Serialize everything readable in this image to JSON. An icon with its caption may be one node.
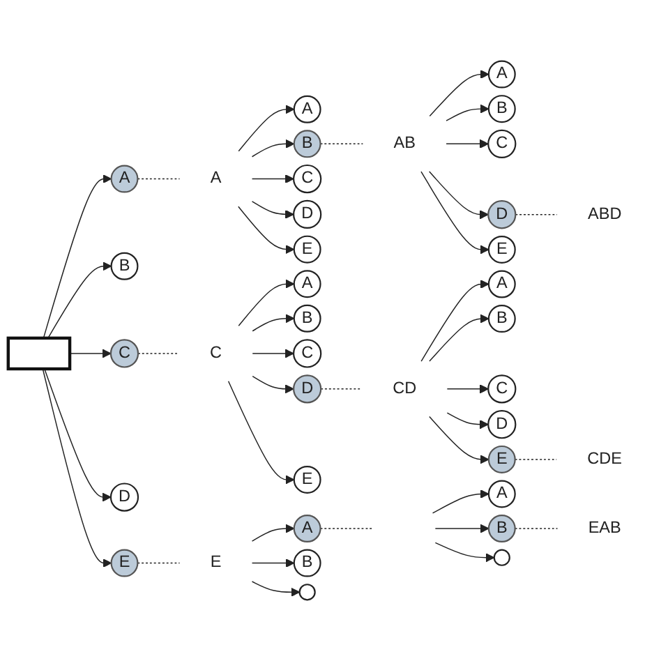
{
  "diagram": {
    "nodes": [
      {
        "text": [],
        "shape": "box"
      },
      {
        "text": [
          "A"
        ]
      },
      {
        "text": [
          "B"
        ]
      },
      {
        "text": [
          "C"
        ]
      },
      {
        "text": [
          "D"
        ]
      },
      {
        "text": [
          "E"
        ]
      },
      {
        "text": [
          "A"
        ]
      },
      {
        "text": [
          "A"
        ]
      },
      {
        "text": [
          "B"
        ]
      },
      {
        "text": [
          "C"
        ]
      },
      {
        "text": [
          "D"
        ]
      },
      {
        "text": [
          "E"
        ]
      },
      {
        "text": [
          "C"
        ]
      },
      {
        "text": [
          "A"
        ]
      },
      {
        "text": [
          "B"
        ]
      },
      {
        "text": [
          "C"
        ]
      },
      {
        "text": [
          "D"
        ]
      },
      {
        "text": [
          "E"
        ]
      },
      {
        "text": [
          "E"
        ]
      },
      {
        "text": [
          "A"
        ]
      },
      {
        "text": [
          "B"
        ]
      },
      {
        "text": [],
        "shape": "circle"
      },
      {
        "text": [
          "AB"
        ]
      },
      {
        "text": [
          "A"
        ]
      },
      {
        "text": [
          "B"
        ]
      },
      {
        "text": [
          "C"
        ]
      },
      {
        "text": [
          "D"
        ]
      },
      {
        "text": [
          "E"
        ]
      },
      {
        "text": [
          "ABD"
        ]
      },
      {
        "text": [
          "CD"
        ]
      },
      {
        "text": [
          "A"
        ]
      },
      {
        "text": [
          "B"
        ]
      },
      {
        "text": [
          "C"
        ]
      },
      {
        "text": [
          "D"
        ]
      },
      {
        "text": [
          "E"
        ]
      },
      {
        "text": [
          "CDE"
        ]
      },
      {
        "text": [
          "A"
        ]
      },
      {
        "text": [
          "B"
        ]
      },
      {
        "text": [],
        "shape": "circle"
      },
      {
        "text": [
          "EAB"
        ]
      }
    ],
    "edges": [
      {
        "from": 0,
        "to": 1,
        "arrow": "to"
      },
      {
        "from": 0,
        "to": 2,
        "arrow": "to"
      },
      {
        "from": 0,
        "to": 3,
        "arrow": "to"
      },
      {
        "from": 0,
        "to": 4,
        "arrow": "to"
      },
      {
        "from": 0,
        "to": 5,
        "arrow": "to"
      },
      {
        "from": 1,
        "to": 6,
        "arrow": "none",
        "style": "dashed"
      },
      {
        "from": 3,
        "to": 12,
        "arrow": "none",
        "style": "dashed"
      },
      {
        "from": 5,
        "to": 18,
        "arrow": "none",
        "style": "dashed"
      },
      {
        "from": 6,
        "to": 7,
        "arrow": "to"
      },
      {
        "from": 6,
        "to": 8,
        "arrow": "to"
      },
      {
        "from": 6,
        "to": 9,
        "arrow": "to"
      },
      {
        "from": 6,
        "to": 10,
        "arrow": "to"
      },
      {
        "from": 6,
        "to": 11,
        "arrow": "to"
      },
      {
        "from": 12,
        "to": 13,
        "arrow": "to"
      },
      {
        "from": 12,
        "to": 14,
        "arrow": "to"
      },
      {
        "from": 12,
        "to": 15,
        "arrow": "to"
      },
      {
        "from": 12,
        "to": 16,
        "arrow": "to"
      },
      {
        "from": 12,
        "to": 17,
        "arrow": "to"
      },
      {
        "from": 18,
        "to": 19,
        "arrow": "to"
      },
      {
        "from": 18,
        "to": 20,
        "arrow": "to"
      },
      {
        "from": 18,
        "to": 21,
        "arrow": "to"
      },
      {
        "from": 8,
        "to": 22,
        "arrow": "none",
        "style": "dashed"
      },
      {
        "from": 22,
        "to": 23,
        "arrow": "to"
      },
      {
        "from": 22,
        "to": 24,
        "arrow": "to"
      },
      {
        "from": 22,
        "to": 25,
        "arrow": "to"
      },
      {
        "from": 22,
        "to": 26,
        "arrow": "to"
      },
      {
        "from": 22,
        "to": 27,
        "arrow": "to"
      },
      {
        "from": 26,
        "to": 28,
        "arrow": "none",
        "style": "dashed"
      },
      {
        "from": 16,
        "to": 29,
        "arrow": "none",
        "style": "dashed"
      },
      {
        "from": 29,
        "to": 30,
        "arrow": "to"
      },
      {
        "from": 29,
        "to": 31,
        "arrow": "to"
      },
      {
        "from": 29,
        "to": 32,
        "arrow": "to"
      },
      {
        "from": 29,
        "to": 33,
        "arrow": "to"
      },
      {
        "from": 29,
        "to": 34,
        "arrow": "to"
      },
      {
        "from": 34,
        "to": 35,
        "arrow": "none",
        "style": "dashed"
      },
      {
        "from": 19,
        "to": null,
        "arrow": "none",
        "style": "dashed"
      },
      {
        "from": null,
        "to": 36,
        "arrow": "to"
      },
      {
        "from": null,
        "to": 37,
        "arrow": "to"
      },
      {
        "from": null,
        "to": 38,
        "arrow": "to"
      },
      {
        "from": 37,
        "to": 39,
        "arrow": "none",
        "style": "dashed"
      }
    ]
  }
}
